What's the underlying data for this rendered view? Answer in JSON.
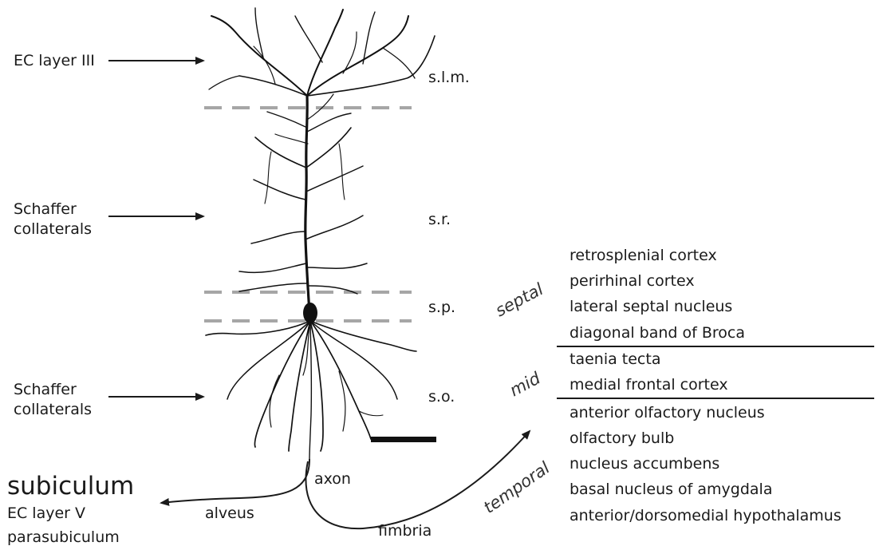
{
  "inputs": {
    "ec_layer_iii": "EC layer III",
    "schaffer_upper": "Schaffer\ncollaterals",
    "schaffer_lower": "Schaffer\ncollaterals"
  },
  "layers": {
    "slm": "s.l.m.",
    "sr": "s.r.",
    "sp": "s.p.",
    "so": "s.o."
  },
  "outputs": {
    "subiculum": "subiculum",
    "ec_layer_v": "EC layer V",
    "parasubiculum": "parasubiculum",
    "axon": "axon",
    "alveus": "alveus",
    "fimbria": "fimbria"
  },
  "axis": {
    "septal": "septal",
    "mid": "mid",
    "temporal": "temporal"
  },
  "targets": {
    "septal": [
      "retrosplenial cortex",
      "perirhinal cortex",
      "lateral septal nucleus",
      "diagonal band of Broca"
    ],
    "mid": [
      "taenia tecta",
      "medial frontal cortex"
    ],
    "temporal": [
      "anterior olfactory nucleus",
      "olfactory bulb",
      "nucleus accumbens",
      "basal nucleus of amygdala",
      "anterior/dorsomedial hypothalamus"
    ]
  },
  "colors": {
    "ink": "#1a1a1a",
    "dashed_boundary": "#a6a6a6"
  }
}
